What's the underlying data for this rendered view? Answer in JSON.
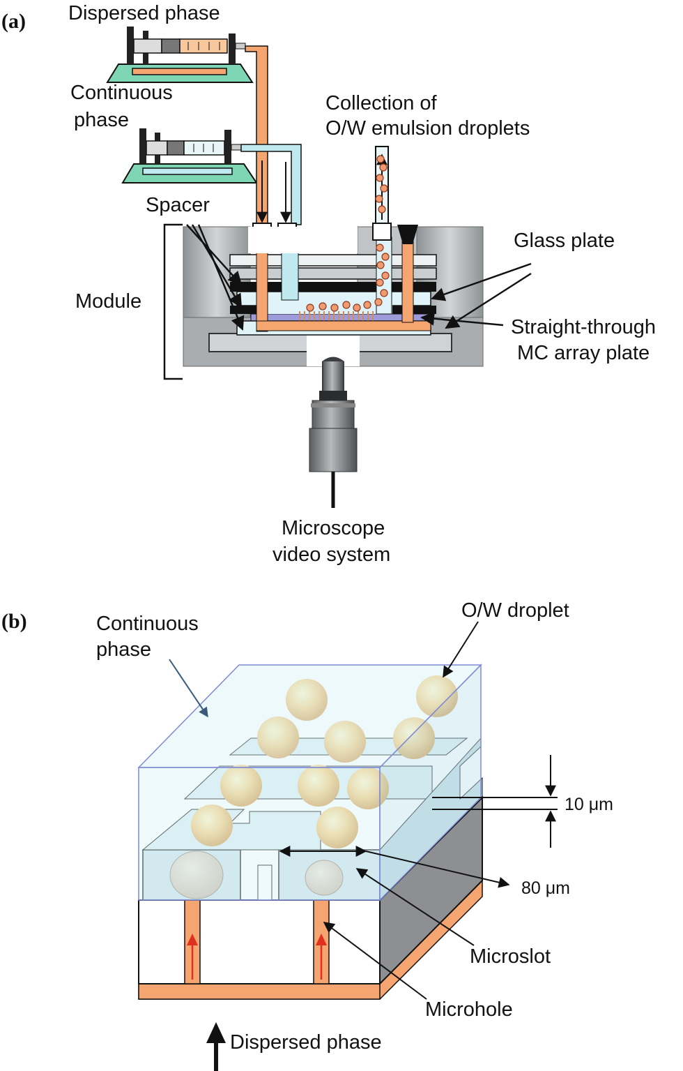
{
  "panel_a": {
    "tag": "(a)",
    "dispersed_phase": "Dispersed phase",
    "continuous_phase_line1": "Continuous",
    "continuous_phase_line2": "phase",
    "collection_line1": "Collection of",
    "collection_line2": "O/W emulsion droplets",
    "spacer": "Spacer",
    "module": "Module",
    "glass_plate": "Glass plate",
    "mc_plate_line1": "Straight-through",
    "mc_plate_line2": "MC array plate",
    "microscope_line1": "Microscope",
    "microscope_line2": "video system"
  },
  "panel_b": {
    "tag": "(b)",
    "continuous_phase_line1": "Continuous",
    "continuous_phase_line2": "phase",
    "ow_droplet": "O/W droplet",
    "depth_value": "10 μm",
    "width_value": "80 μm",
    "microslot": "Microslot",
    "microhole": "Microhole",
    "dispersed_phase": "Dispersed phase"
  },
  "colors": {
    "dispersed_tube": "#f5a670",
    "continuous_tube": "#bfe9ee",
    "droplet": "#f29a72",
    "syringe_base": "#7fd6b4",
    "module_gray": "#a9adb0",
    "glass_blue": "#dff3f8",
    "mc_plate": "#9d9bd9",
    "arrow_red": "#e03020"
  }
}
